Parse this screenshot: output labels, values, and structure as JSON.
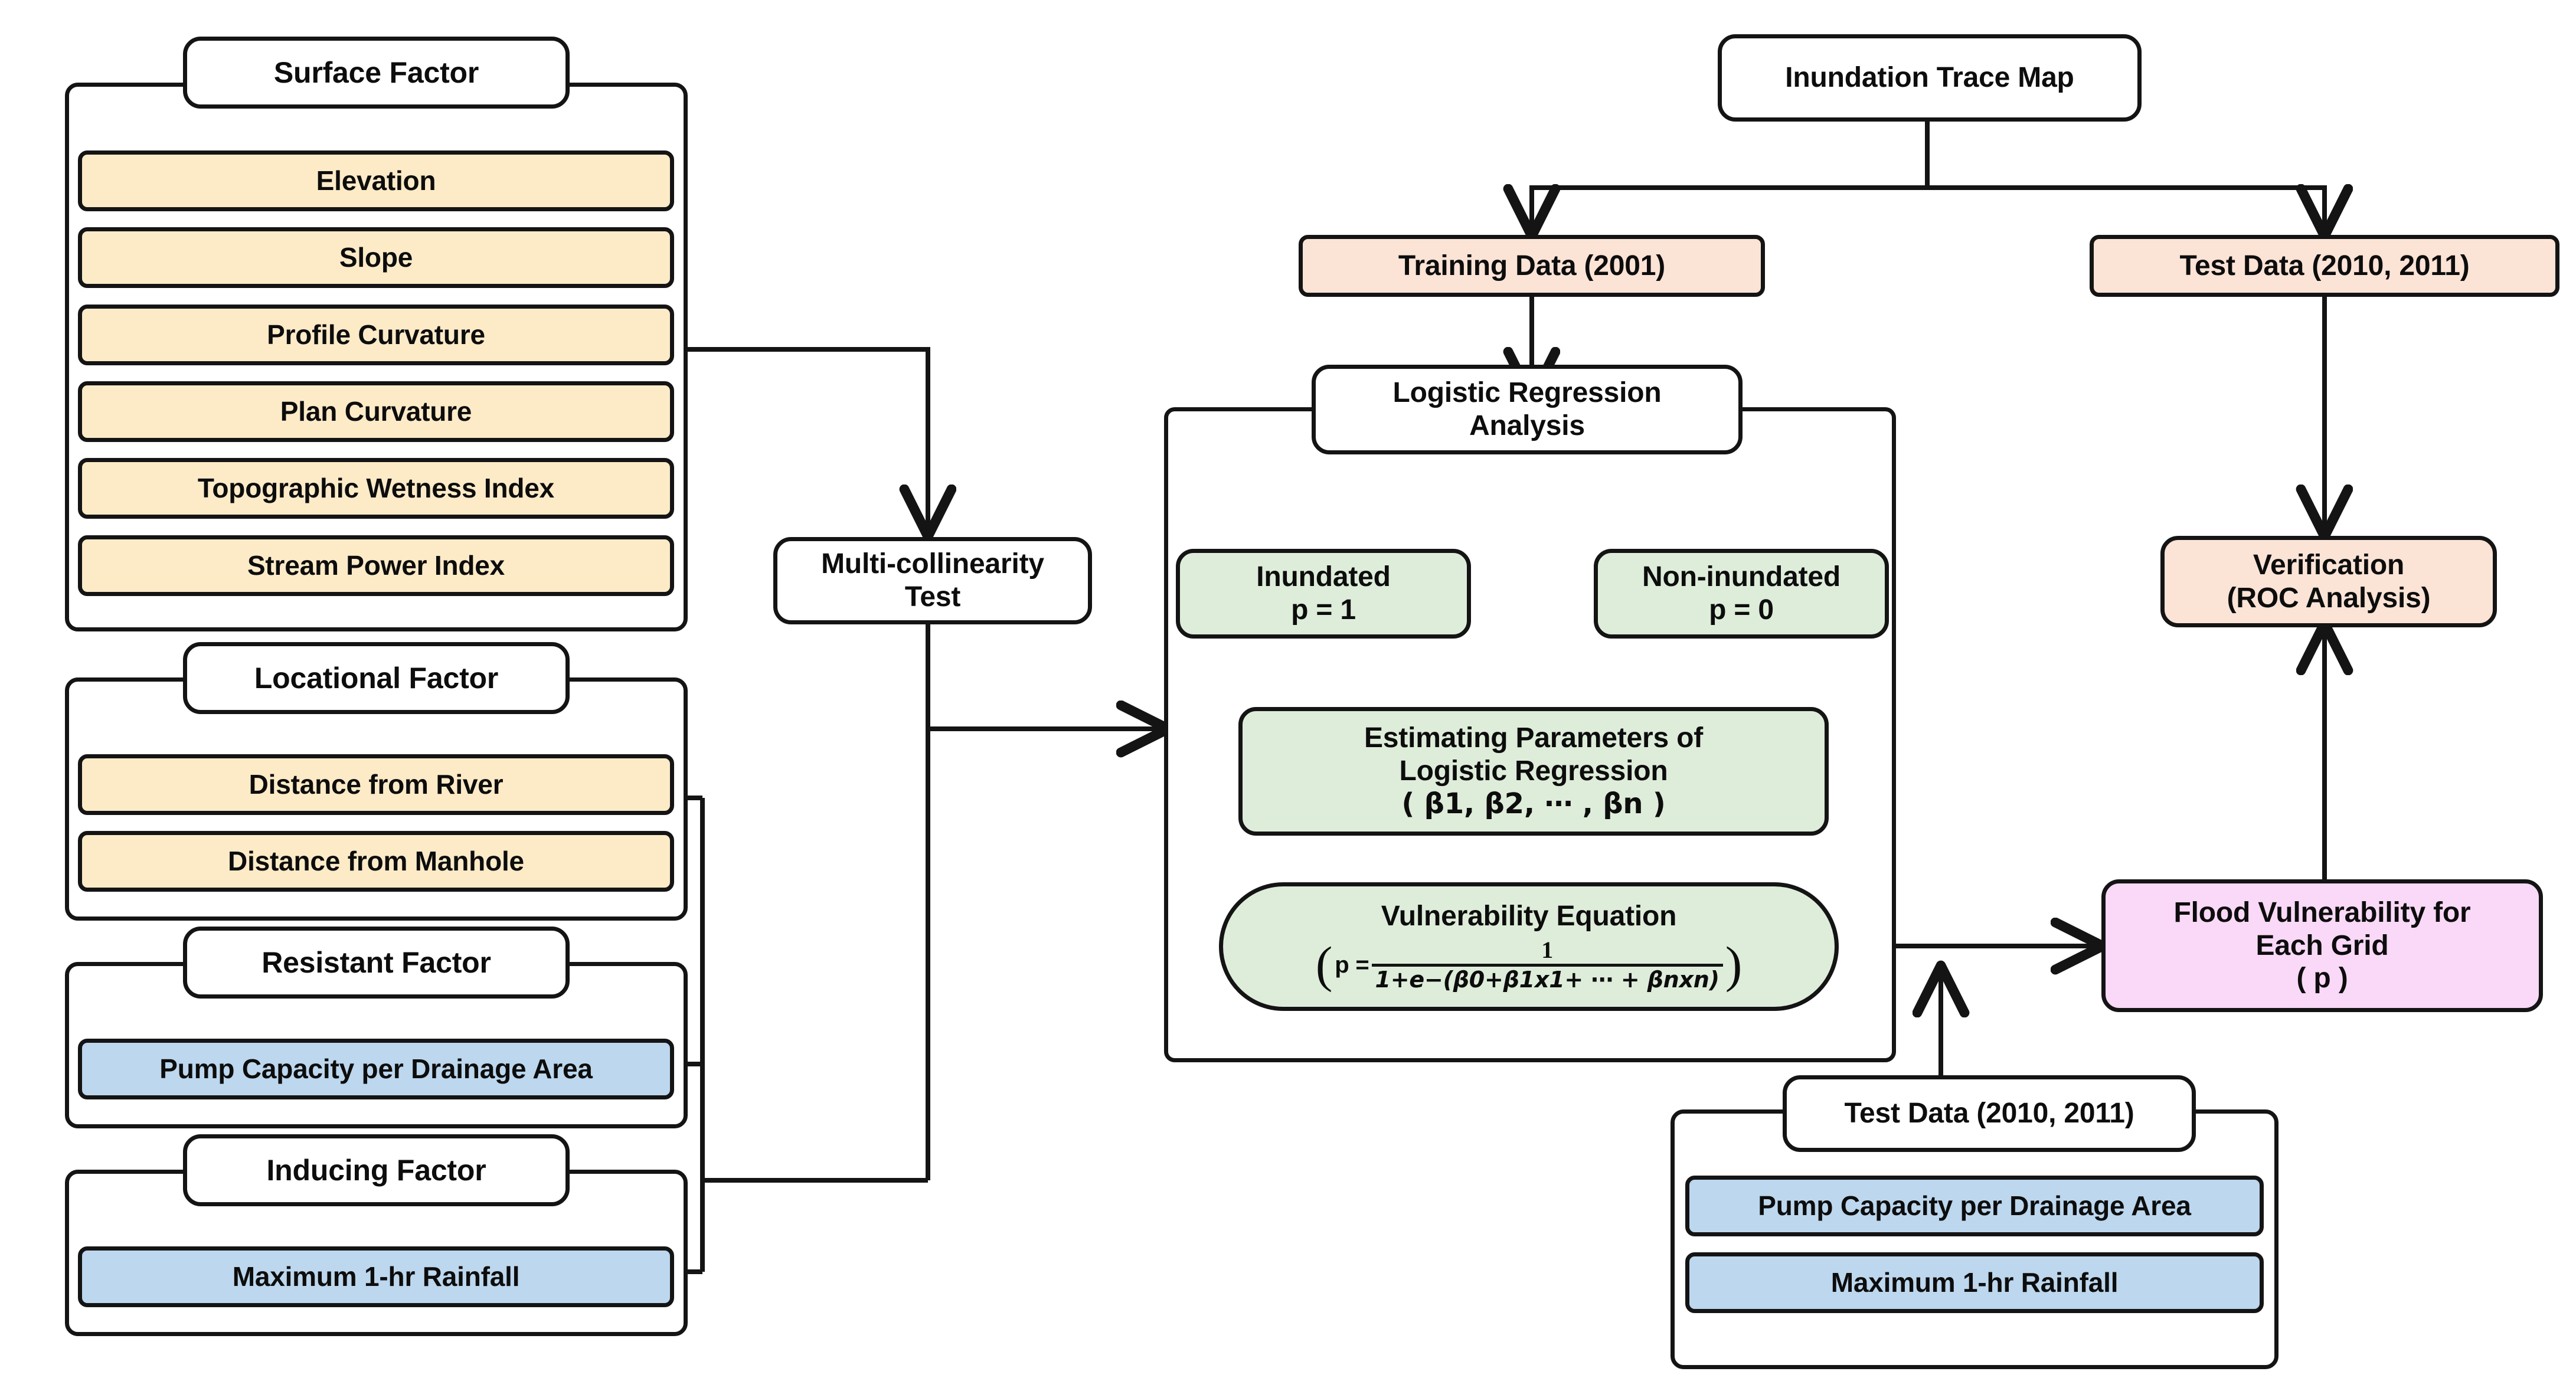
{
  "diagram": {
    "title": "Flood vulnerability logistic regression workflow",
    "colors": {
      "cream": "#FDEBC8",
      "blue": "#BCD7EE",
      "green": "#DEEDDA",
      "peach": "#FBE3D6",
      "pink": "#F9D9F7",
      "stroke": "#141414",
      "background": "#FFFFFF"
    }
  },
  "groups": {
    "surface_factor": {
      "label": "Surface Factor",
      "items": [
        "Elevation",
        "Slope",
        "Profile Curvature",
        "Plan Curvature",
        "Topographic Wetness Index",
        "Stream Power Index"
      ]
    },
    "locational_factor": {
      "label": "Locational Factor",
      "items": [
        "Distance from River",
        "Distance from Manhole"
      ]
    },
    "resistant_factor": {
      "label": "Resistant Factor",
      "items": [
        "Pump Capacity per Drainage Area"
      ]
    },
    "inducing_factor": {
      "label": "Inducing Factor",
      "items": [
        "Maximum 1-hr Rainfall"
      ]
    },
    "test_data_group": {
      "label": "Test Data (2010, 2011)",
      "items": [
        "Pump Capacity per Drainage Area",
        "Maximum 1-hr Rainfall"
      ]
    }
  },
  "nodes": {
    "multicollinearity_test": {
      "line1": "Multi-collinearity",
      "line2": "Test"
    },
    "inundation_trace_map": {
      "label": "Inundation Trace Map"
    },
    "training_data": {
      "label": "Training Data (2001)"
    },
    "test_data_top": {
      "label": "Test Data (2010, 2011)"
    },
    "logistic_regression_analysis": {
      "line1": "Logistic Regression",
      "line2": "Analysis"
    },
    "inundated": {
      "line1": "Inundated",
      "line2": "p = 1"
    },
    "non_inundated": {
      "line1": "Non-inundated",
      "line2": "p = 0"
    },
    "estimating_parameters": {
      "line1": "Estimating Parameters of",
      "line2": "Logistic Regression",
      "line3": "( β1, β2, ⋯ , βn )"
    },
    "vulnerability_equation": {
      "title": "Vulnerability Equation",
      "formula_plain": "( p = 1 / ( 1 + e^-(β0 + β1x1 + ⋯ + βnxn) ) )",
      "lhs": "p =",
      "numerator": "1",
      "denominator": "1+e−(β0+β1x1+ ⋯ + βnxn)"
    },
    "verification": {
      "line1": "Verification",
      "line2": "(ROC Analysis)"
    },
    "flood_vulnerability": {
      "line1": "Flood Vulnerability for",
      "line2": "Each Grid",
      "line3": "( p )"
    }
  }
}
